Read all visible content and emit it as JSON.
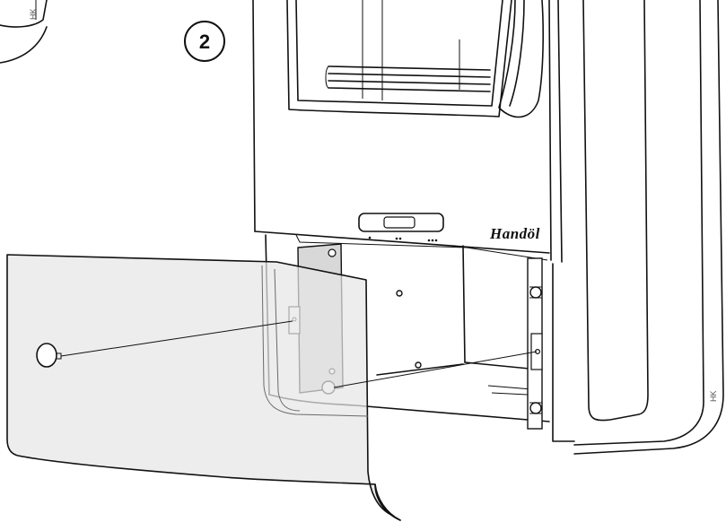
{
  "step_number": "2",
  "brand_logo": "Handöl",
  "corner_marks": {
    "top_left": "HK",
    "right": "HK"
  },
  "colors": {
    "stroke": "#111111",
    "panel_fill": "#ececec",
    "background": "#ffffff"
  }
}
